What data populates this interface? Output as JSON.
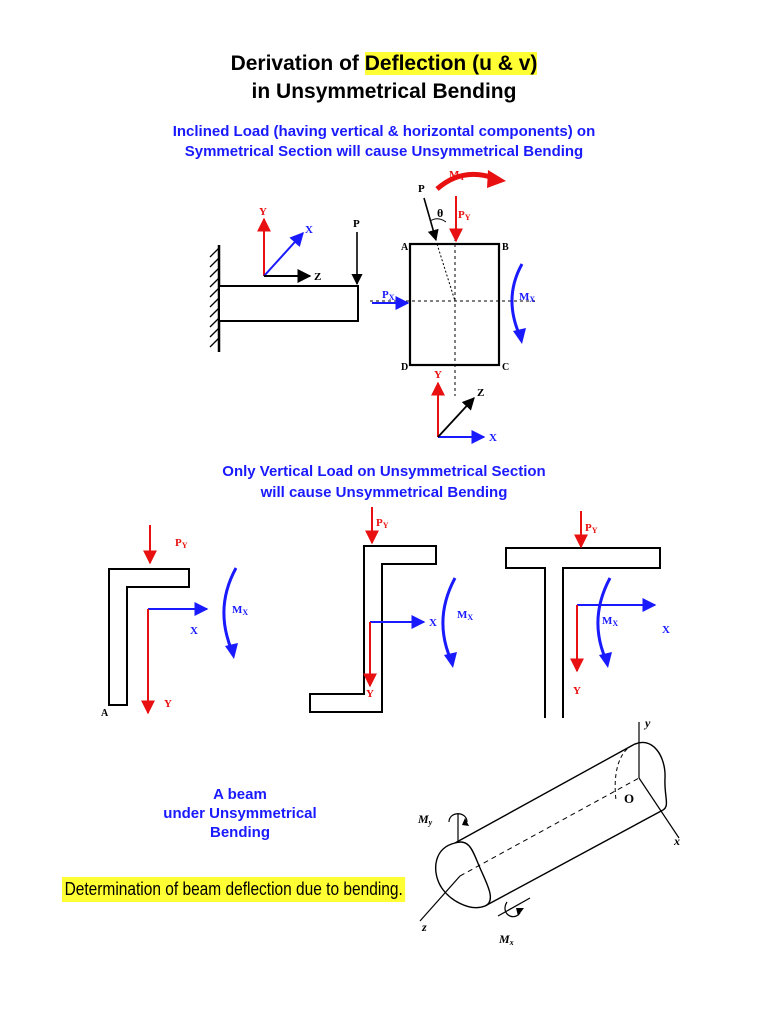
{
  "title": {
    "line1_prefix": "Derivation of ",
    "line1_highlight": "Deflection (u & v)",
    "line2": "in Unsymmetrical Bending"
  },
  "section1": {
    "caption_line1": "Inclined Load (having vertical & horizontal components) on",
    "caption_line2": "Symmetrical Section will cause Unsymmetrical Bending",
    "cantilever": {
      "axis_y": "Y",
      "axis_x": "X",
      "axis_z": "Z",
      "load": "P"
    },
    "cross_section": {
      "load": "P",
      "angle": "θ",
      "py": "P",
      "py_sub": "Y",
      "px": "P",
      "px_sub": "X",
      "my": "M",
      "my_sub": "Y",
      "mx": "M",
      "mx_sub": "X",
      "corner_a": "A",
      "corner_b": "B",
      "corner_c": "C",
      "corner_d": "D",
      "axis_y": "Y",
      "axis_x": "X",
      "axis_z": "Z"
    }
  },
  "section2": {
    "caption_line1": "Only Vertical Load on Unsymmetrical Section",
    "caption_line2": "will cause Unsymmetrical Bending",
    "angle_section": {
      "py": "P",
      "py_sub": "Y",
      "mx": "M",
      "mx_sub": "X",
      "axis_x": "X",
      "axis_y": "Y",
      "corner": "A"
    },
    "z_section": {
      "py": "P",
      "py_sub": "Y",
      "mx": "M",
      "mx_sub": "X",
      "axis_x": "X",
      "axis_y": "Y"
    },
    "t_section": {
      "py": "P",
      "py_sub": "Y",
      "mx": "M",
      "mx_sub": "X",
      "axis_x": "X",
      "axis_y": "Y"
    }
  },
  "section3": {
    "caption_line1": "A beam",
    "caption_line2": "under Unsymmetrical",
    "caption_line3": "Bending",
    "note": "Determination of beam deflection due to bending.",
    "beam": {
      "axis_y": "y",
      "axis_x": "x",
      "axis_z": "z",
      "origin": "O",
      "my": "M",
      "my_sub": "y",
      "mx": "M",
      "mx_sub": "x"
    }
  },
  "colors": {
    "load_red": "#e81010",
    "axis_blue": "#1a1aff",
    "highlight": "#ffff33"
  }
}
